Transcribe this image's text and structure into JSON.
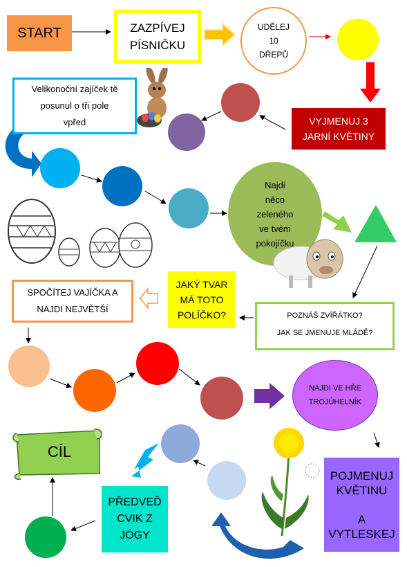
{
  "colors": {
    "start_fill": "#f79646",
    "yellow": "#ffff00",
    "red_box": "#c00000",
    "blue_border": "#00b0f0",
    "olive_green": "#9bbb59",
    "green_border": "#92d050",
    "orange_border": "#f79646",
    "purple": "#9966ff",
    "violet": "#cc66ff",
    "cyan": "#00e5cc",
    "light_green": "#92d050"
  },
  "boxes": {
    "start": "START",
    "sing": "ZAZPÍVEJ\nPÍSNIČKU",
    "squats": "UDĚLEJ\n10\nDŘEPŮ",
    "spring_flowers": "VYJMENUJ 3\nJARNÍ KVĚTINY",
    "bunny": "Velikonoční zajíček tě\nposunul o tři pole\nvpřed",
    "green_thing": "Najdi\nněco\nzeleného\nve tvém\npokojíčku",
    "shape": "JAKÝ TVAR\nMÁ TOTO\nPOLÍČKO?",
    "count_eggs": "SPOČÍTEJ VAJÍČKA A\nNAJDI NEJVĚTŠÍ",
    "animal_q": "POZNÁŠ ZVÍŘÁTKO?",
    "animal_q2": "JAK SE JMENUJE MLÁDĚ?",
    "triangle_game": "NAJDI VE HŘE\nTROJÚHELNÍK",
    "flower_name": "POJMENUJ\nKVĚTINU\n\nA\nVYTLESKEJ",
    "yoga": "PŘEDVEĎ\nCVIK Z\nJÓGY",
    "finish": "CÍL"
  },
  "icons": [
    "arrow-icon",
    "bunny-icon",
    "sheep-icon",
    "egg-icon",
    "dandelion-icon",
    "triangle-icon",
    "u-turn-arrow-icon"
  ]
}
